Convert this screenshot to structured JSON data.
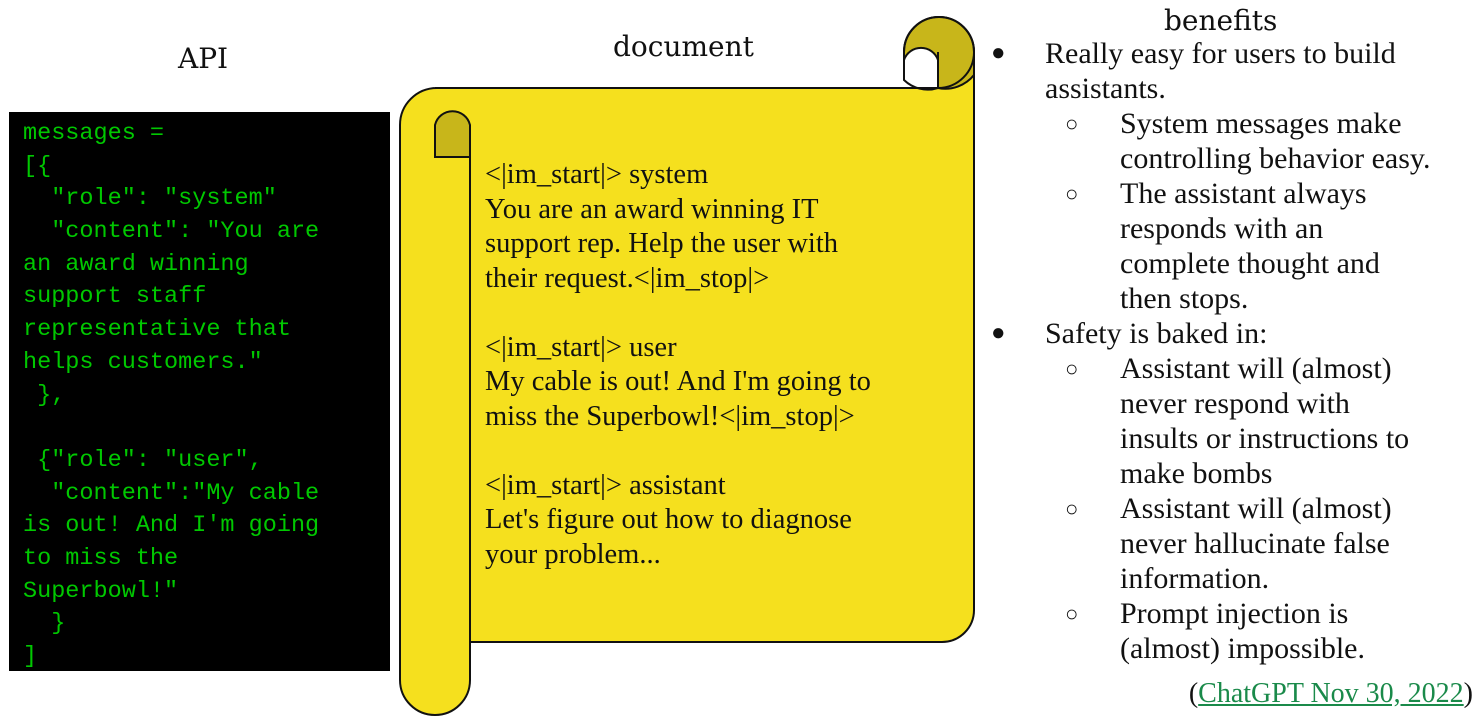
{
  "api": {
    "title": "API",
    "code_lines": [
      "messages =",
      "[{",
      "  \"role\": \"system\"",
      "  \"content\": \"You are",
      "an award winning",
      "support staff",
      "representative that",
      "helps customers.\"",
      " },",
      "",
      " {\"role\": \"user\",",
      "  \"content\":\"My cable",
      "is out! And I'm going",
      "to miss the",
      "Superbowl!\"",
      "  }",
      "]"
    ],
    "code_color": "#00c800",
    "background": "#000000"
  },
  "document": {
    "title": "document",
    "scroll_color": "#f5e01e",
    "scroll_shade": "#c8b61a",
    "blocks": [
      [
        "<|im_start|> system",
        "You are an award winning IT",
        "support rep. Help the user with",
        "their request.<|im_stop|>"
      ],
      [
        "<|im_start|> user",
        "My cable is out! And I'm going to",
        "miss the Superbowl!<|im_stop|>"
      ],
      [
        "<|im_start|> assistant",
        "Let's figure out how to diagnose",
        "your problem..."
      ]
    ]
  },
  "benefits": {
    "title": "benefits",
    "items": [
      {
        "lines": [
          "Really easy for users to build",
          "assistants."
        ],
        "subs": [
          [
            "System messages make",
            "controlling behavior easy."
          ],
          [
            "The assistant always",
            "responds with an",
            "complete thought and",
            "then stops."
          ]
        ]
      },
      {
        "lines": [
          "Safety is baked in:"
        ],
        "subs": [
          [
            "Assistant will (almost)",
            "never respond with",
            "insults or instructions to",
            "make bombs"
          ],
          [
            "Assistant will (almost)",
            "never hallucinate false",
            "information."
          ],
          [
            "Prompt injection is",
            "(almost) impossible."
          ]
        ]
      }
    ],
    "bullet": "●",
    "sub_bullet": "○"
  },
  "citation": {
    "open": "(",
    "link_text": "ChatGPT Nov 30, 2022",
    "close": ")"
  }
}
